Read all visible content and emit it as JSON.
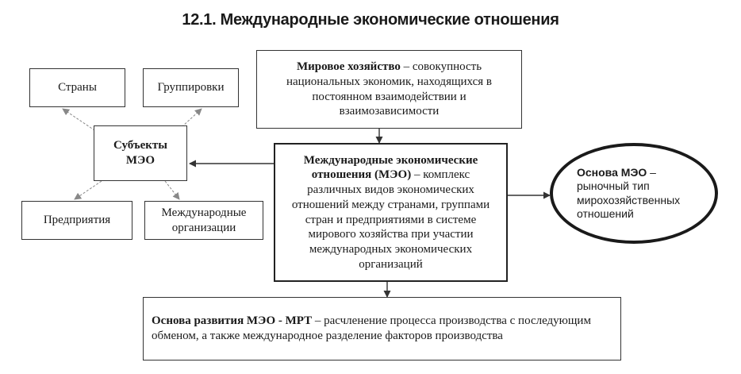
{
  "title": "12.1. Международные экономические отношения",
  "nodes": {
    "strany": "Страны",
    "gruppirovki": "Группировки",
    "subjects": "Субъекты МЭО",
    "predpriyatiya": "Предприятия",
    "mezh_org": "Международные организации",
    "mirovoe": {
      "term": "Мировое хозяйство",
      "definition": " – совокупность национальных экономик, находящихся в постоянном взаимодействии и взаимозависимости"
    },
    "meo": {
      "term": "Международные экономические отношения (МЭО)",
      "definition": " – комплекс различных видов экономических отношений между странами, группами стран и предприятиями в системе мирового хозяйства при участии международных экономических организаций"
    },
    "osnova": {
      "term": "Основа МЭО",
      "definition": " – рыночный тип мирохозяйственных отношений"
    },
    "mrt": {
      "term": "Основа развития МЭО - МРТ",
      "definition": " – расчленение процесса производства с последующим обменом, а также международное разделение факторов производства"
    }
  },
  "colors": {
    "line": "#333333",
    "arrow": "#888888",
    "text": "#1a1a1a"
  }
}
